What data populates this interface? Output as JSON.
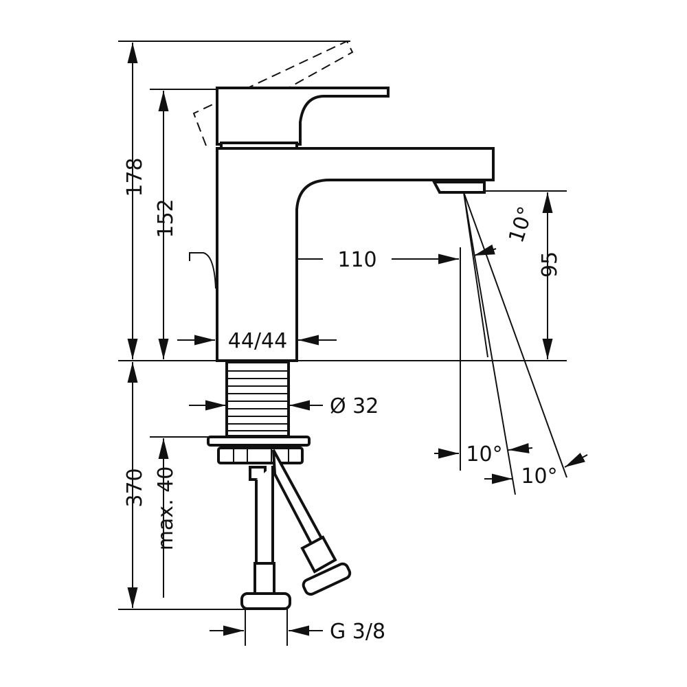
{
  "drawing": {
    "title": "Faucet dimension drawing",
    "dimensions": {
      "total_height": "178",
      "body_height": "152",
      "spout_reach": "110",
      "outlet_height": "95",
      "spray_angle_top": "10°",
      "spray_angle_left": "10°",
      "spray_angle_right": "10°",
      "body_width": "44/44",
      "shank_diameter": "Ø 32",
      "hose_length": "370",
      "max_deck_thickness": "max. 40",
      "connection": "G 3/8"
    },
    "colors": {
      "line": "#111111",
      "background": "#ffffff"
    }
  }
}
